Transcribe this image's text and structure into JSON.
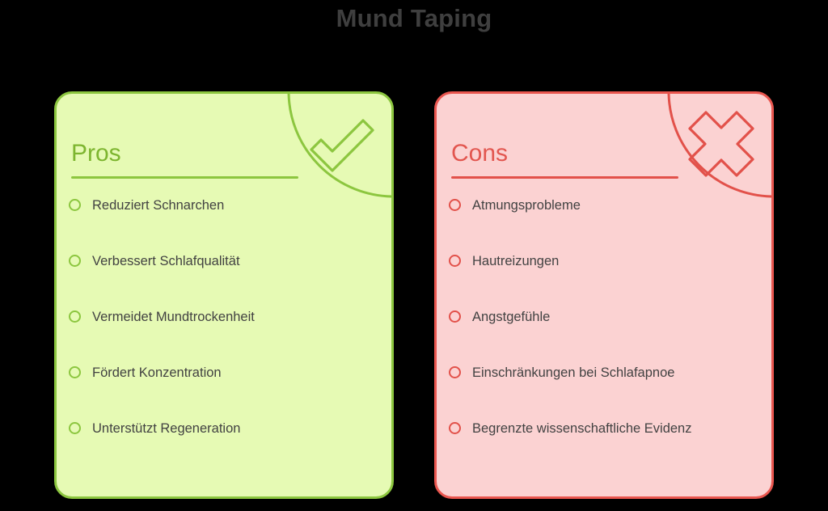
{
  "page": {
    "title": "Mund Taping",
    "background_color": "#000000",
    "title_color": "#3f3f3f"
  },
  "cards": {
    "pros": {
      "heading": "Pros",
      "icon": "check-icon",
      "accent_color": "#8cc63f",
      "background_color": "#e6fab4",
      "text_color": "#424242",
      "items": [
        "Reduziert Schnarchen",
        "Verbessert Schlafqualität",
        "Vermeidet Mundtrockenheit",
        "Fördert Konzentration",
        "Unterstützt Regeneration"
      ]
    },
    "cons": {
      "heading": "Cons",
      "icon": "cross-icon",
      "accent_color": "#e2514a",
      "background_color": "#fbd2d2",
      "text_color": "#424242",
      "items": [
        "Atmungsprobleme",
        "Hautreizungen",
        "Angstgefühle",
        "Einschränkungen bei Schlafapnoe",
        "Begrenzte wissenschaftliche Evidenz"
      ]
    }
  }
}
